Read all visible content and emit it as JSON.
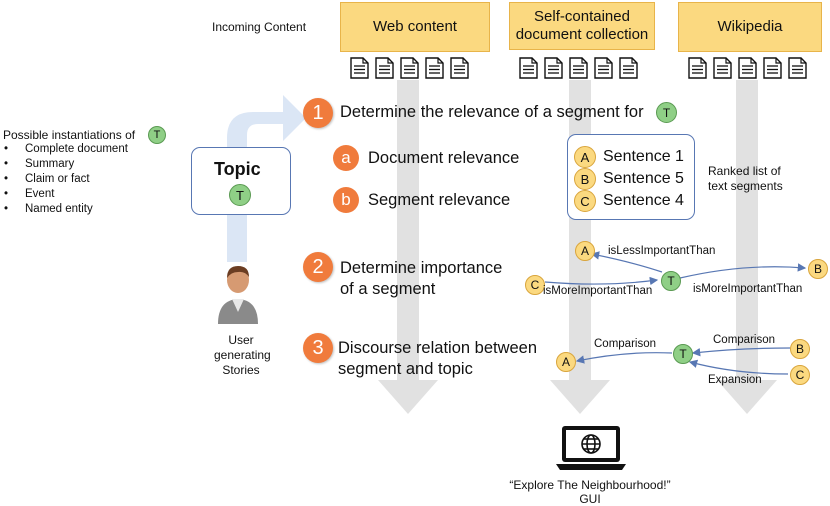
{
  "header": {
    "incoming_content_label": "Incoming Content"
  },
  "sources": [
    {
      "label": "Web content"
    },
    {
      "label": "Self-contained document collection"
    },
    {
      "label": "Wikipedia"
    }
  ],
  "instantiations": {
    "title": "Possible instantiations of",
    "topic_token": "T",
    "items": [
      "Complete document",
      "Summary",
      "Claim or fact",
      "Event",
      "Named entity"
    ]
  },
  "topic": {
    "title": "Topic",
    "token": "T"
  },
  "user": {
    "caption": "User generating Stories"
  },
  "steps": [
    {
      "number": "1",
      "text": "Determine the relevance of a segment for",
      "token": "T"
    },
    {
      "number": "2",
      "text": "Determine importance of a segment"
    },
    {
      "number": "3",
      "text": "Discourse relation between segment and topic"
    }
  ],
  "substeps": [
    {
      "letter": "a",
      "text": "Document relevance"
    },
    {
      "letter": "b",
      "text": "Segment relevance"
    }
  ],
  "ranked": {
    "items": [
      {
        "token": "A",
        "text": "Sentence 1"
      },
      {
        "token": "B",
        "text": "Sentence 5"
      },
      {
        "token": "C",
        "text": "Sentence 4"
      }
    ],
    "caption": "Ranked list of text segments"
  },
  "importance_graph": {
    "center": "T",
    "nodes": [
      "A",
      "B",
      "C"
    ],
    "edges": [
      "isLessImportantThan",
      "isMoreImportantThan",
      "isMoreImportantThan"
    ]
  },
  "discourse_graph": {
    "center": "T",
    "nodes": [
      "A",
      "B",
      "C"
    ],
    "edges": [
      "Comparison",
      "Comparison",
      "Expansion"
    ]
  },
  "gui": {
    "caption_line1": "“Explore The Neighbourhood!”",
    "caption_line2": "GUI"
  },
  "colors": {
    "source_fill": "#fbd980",
    "step_orange": "#f07b3c",
    "topic_green": "#8fcf86",
    "node_yellow": "#fbd980",
    "box_border": "#5877b3",
    "flow_arrow": "#dcdcdc",
    "user_arrow": "#dbe6f5",
    "edge_blue": "#5877b3"
  }
}
